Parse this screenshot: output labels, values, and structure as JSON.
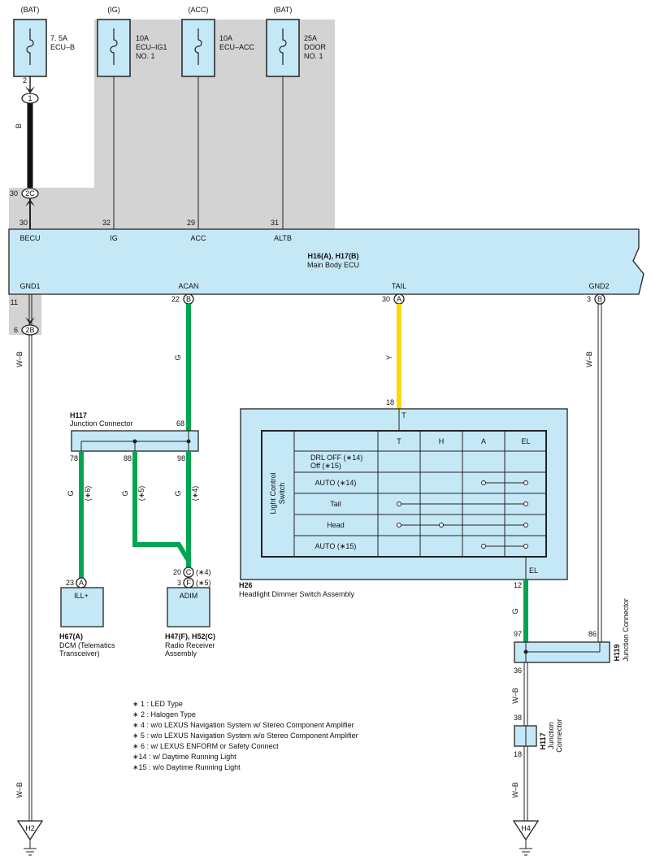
{
  "colors": {
    "shade": "#d3d3d3",
    "box_fill": "#c5e8f7",
    "wire_black": "#111111",
    "wire_green": "#00a650",
    "wire_yellow": "#ffd700",
    "line": "#222222"
  },
  "fuses": [
    {
      "source": "(BAT)",
      "rating": "7. 5A",
      "name1": "ECU–B",
      "name2": ""
    },
    {
      "source": "(IG)",
      "rating": "10A",
      "name1": "ECU–IG1",
      "name2": "NO. 1"
    },
    {
      "source": "(ACC)",
      "rating": "10A",
      "name1": "ECU–ACC",
      "name2": ""
    },
    {
      "source": "(BAT)",
      "rating": "25A",
      "name1": "DOOR",
      "name2": "NO. 1"
    }
  ],
  "wire_b": {
    "pin_top": "2",
    "conn_top": "1",
    "color_label": "B",
    "pin_bottom": "30",
    "conn_bottom": "2C"
  },
  "ecu": {
    "name": "H16(A), H17(B)",
    "desc": "Main Body ECU",
    "top_pins": [
      {
        "num": "30",
        "label": "BECU"
      },
      {
        "num": "32",
        "label": "IG"
      },
      {
        "num": "29",
        "label": "ACC"
      },
      {
        "num": "31",
        "label": "ALTB"
      }
    ],
    "bottom_pins": [
      {
        "label": "GND1",
        "num": "11",
        "conn": ""
      },
      {
        "label": "ACAN",
        "num": "22",
        "conn": "B"
      },
      {
        "label": "TAIL",
        "num": "30",
        "conn": "A"
      },
      {
        "label": "GND2",
        "num": "3",
        "conn": "B"
      }
    ]
  },
  "gnd1": {
    "conn_num": "6",
    "conn": "2B",
    "wire_label": "W–B",
    "wire_label_bottom": "W–B",
    "ground": "H2"
  },
  "acan_wire": {
    "label": "G"
  },
  "tail_wire": {
    "label": "Y"
  },
  "gnd2_wire": {
    "label": "W–B"
  },
  "h117a": {
    "code": "H117",
    "name": "Junction Connector",
    "pin_in": "68",
    "pins_out": [
      "78",
      "88",
      "98"
    ],
    "wire_labels": [
      {
        "color": "G",
        "note": "(∗6)"
      },
      {
        "color": "G",
        "note": "(∗5)"
      },
      {
        "color": "G",
        "note": "(∗4)"
      }
    ]
  },
  "h67": {
    "pin": "23",
    "conn": "A",
    "terminal": "ILL+",
    "code": "H67(A)",
    "desc1": "DCM (Telematics",
    "desc2": "Transceiver)"
  },
  "h47": {
    "pin1": "20",
    "conn1": "C",
    "note1": "(∗4)",
    "pin2": "3",
    "conn2": "F",
    "note2": "(∗5)",
    "terminal": "ADIM",
    "code": "H47(F), H52(C)",
    "desc1": "Radio Receiver",
    "desc2": "Assembly"
  },
  "h26": {
    "pin_top": "18",
    "term_top": "T",
    "term_bottom": "EL",
    "code": "H26",
    "desc": "Headlight Dimmer Switch Assembly",
    "switch_label1": "Light Control",
    "switch_label2": "Switch",
    "columns": [
      "T",
      "H",
      "A",
      "EL"
    ],
    "rows": [
      {
        "label": "DRL OFF (∗14)",
        "label2": "Off (∗15)"
      },
      {
        "label": "AUTO (∗14)",
        "label2": ""
      },
      {
        "label": "Tail",
        "label2": ""
      },
      {
        "label": "Head",
        "label2": ""
      },
      {
        "label": "AUTO (∗15)",
        "label2": ""
      }
    ],
    "pin_el": "12",
    "el_wire_label": "G"
  },
  "h119": {
    "code": "H119",
    "name": "Junction Connector",
    "pin_left": "97",
    "pin_right": "86",
    "pin_bottom": "36",
    "wire_label": "W–B"
  },
  "h117b": {
    "code": "H117",
    "name1": "Junction",
    "name2": "Connector",
    "pin_top": "38",
    "pin_bottom": "18",
    "wire_label": "W–B",
    "ground": "H4"
  },
  "notes": [
    "∗ 1 : LED Type",
    "∗ 2 : Halogen Type",
    "∗ 4 : w/o LEXUS Navigation System w/ Stereo Component Amplifier",
    "∗ 5 : w/o LEXUS Navigation System w/o Stereo Component Amplifier",
    "∗ 6 : w/ LEXUS ENFORM or Safety Connect",
    "∗14 : w/ Daytime Running Light",
    "∗15 : w/o Daytime Running Light"
  ]
}
